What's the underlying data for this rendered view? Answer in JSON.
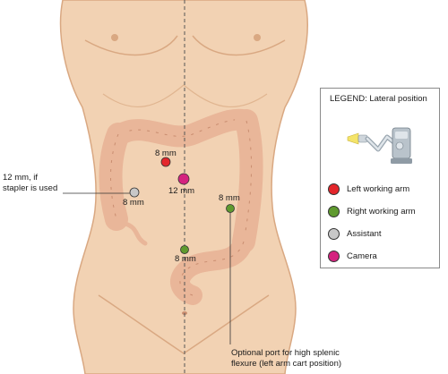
{
  "colors": {
    "skin": "#f2d2b3",
    "skin_shade": "#d9a882",
    "colon": "#e9b699",
    "colon_shade": "#c98d70",
    "left_working_arm": "#e3262b",
    "right_working_arm": "#5f9a2f",
    "assistant": "#c8c8c8",
    "camera": "#d4237f"
  },
  "legend": {
    "title": "LEGEND: Lateral position",
    "items": [
      {
        "label": "Left working arm",
        "color": "#e3262b"
      },
      {
        "label": "Right working arm",
        "color": "#5f9a2f"
      },
      {
        "label": "Assistant",
        "color": "#c8c8c8"
      },
      {
        "label": "Camera",
        "color": "#d4237f"
      }
    ]
  },
  "ports": {
    "left_arm_size": "8 mm",
    "camera_size": "12 mm",
    "assistant_size": "8 mm",
    "assistant_note_line1": "12 mm, if",
    "assistant_note_line2": "stapler is used",
    "right_arm_upper_size": "8 mm",
    "right_arm_lower_size": "8 mm",
    "optional_note_line1": "Optional port for high splenic",
    "optional_note_line2": "flexure (left arm cart position)"
  },
  "icons": {
    "robot": "robot-cart-icon"
  }
}
